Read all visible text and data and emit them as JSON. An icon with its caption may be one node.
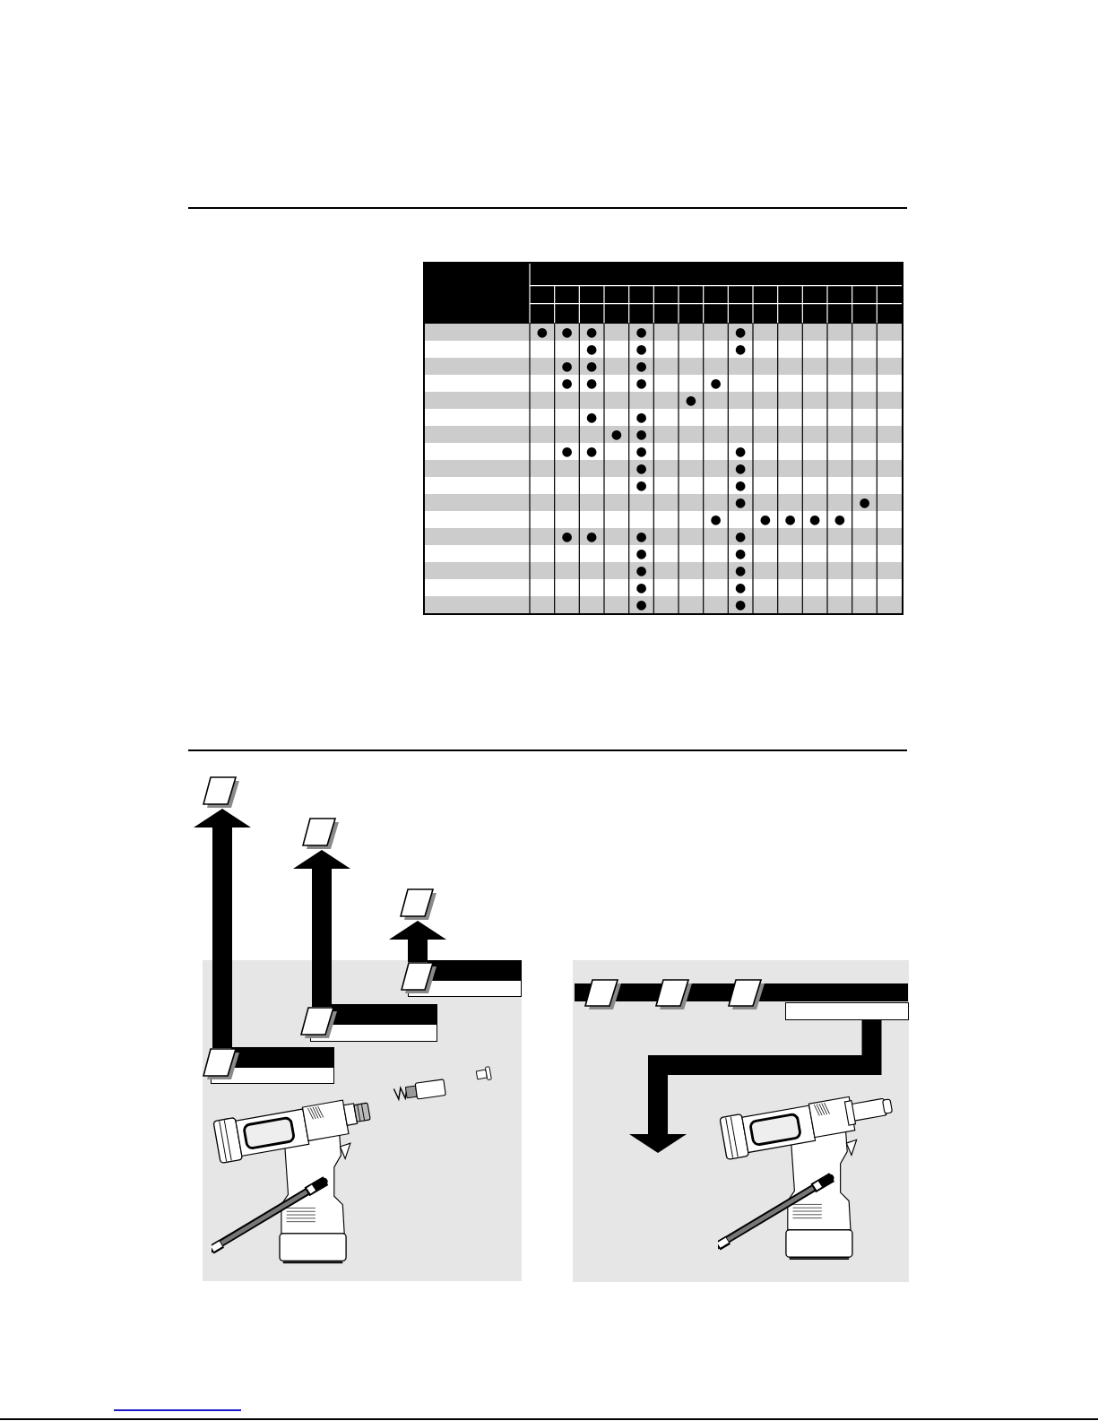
{
  "diagram": {
    "nodes": [
      {
        "text": [],
        "shape": "parallelogram"
      },
      {
        "text": [],
        "shape": "parallelogram"
      },
      {
        "text": [],
        "shape": "parallelogram"
      },
      {
        "text": [],
        "shape": "parallelogram"
      },
      {
        "text": [],
        "shape": "bar"
      },
      {
        "text": [],
        "shape": "box"
      },
      {
        "text": [],
        "shape": "parallelogram"
      },
      {
        "text": [],
        "shape": "bar"
      },
      {
        "text": [],
        "shape": "box"
      },
      {
        "text": [],
        "shape": "parallelogram"
      },
      {
        "text": [],
        "shape": "bar"
      },
      {
        "text": [],
        "shape": "box"
      },
      {
        "text": [],
        "shape": "bar"
      },
      {
        "text": [],
        "shape": "parallelogram"
      },
      {
        "text": [],
        "shape": "parallelogram"
      },
      {
        "text": [],
        "shape": "parallelogram"
      },
      {
        "text": [],
        "shape": "box"
      }
    ],
    "edges": [
      {
        "from": 9,
        "to": 0,
        "arrow": "to"
      },
      {
        "from": 6,
        "to": 1,
        "arrow": "to"
      },
      {
        "from": 3,
        "to": 2,
        "arrow": "to"
      },
      {
        "from": 16,
        "to": null,
        "arrow": "to"
      }
    ],
    "labels": [
      "●",
      "●",
      "●",
      "●",
      "●",
      "●",
      "●",
      "●",
      "●",
      "●",
      "●",
      "●",
      "●",
      "●",
      "●",
      "●",
      "●",
      "●",
      "●",
      "●",
      "●",
      "●",
      "●",
      "●",
      "●",
      "●",
      "●",
      "●",
      "●",
      "●",
      "●",
      "●",
      "●",
      "●",
      "●",
      "●",
      "●",
      "●",
      "●",
      "●",
      "●",
      "●",
      "●",
      "●",
      "●",
      "●",
      "●"
    ]
  }
}
